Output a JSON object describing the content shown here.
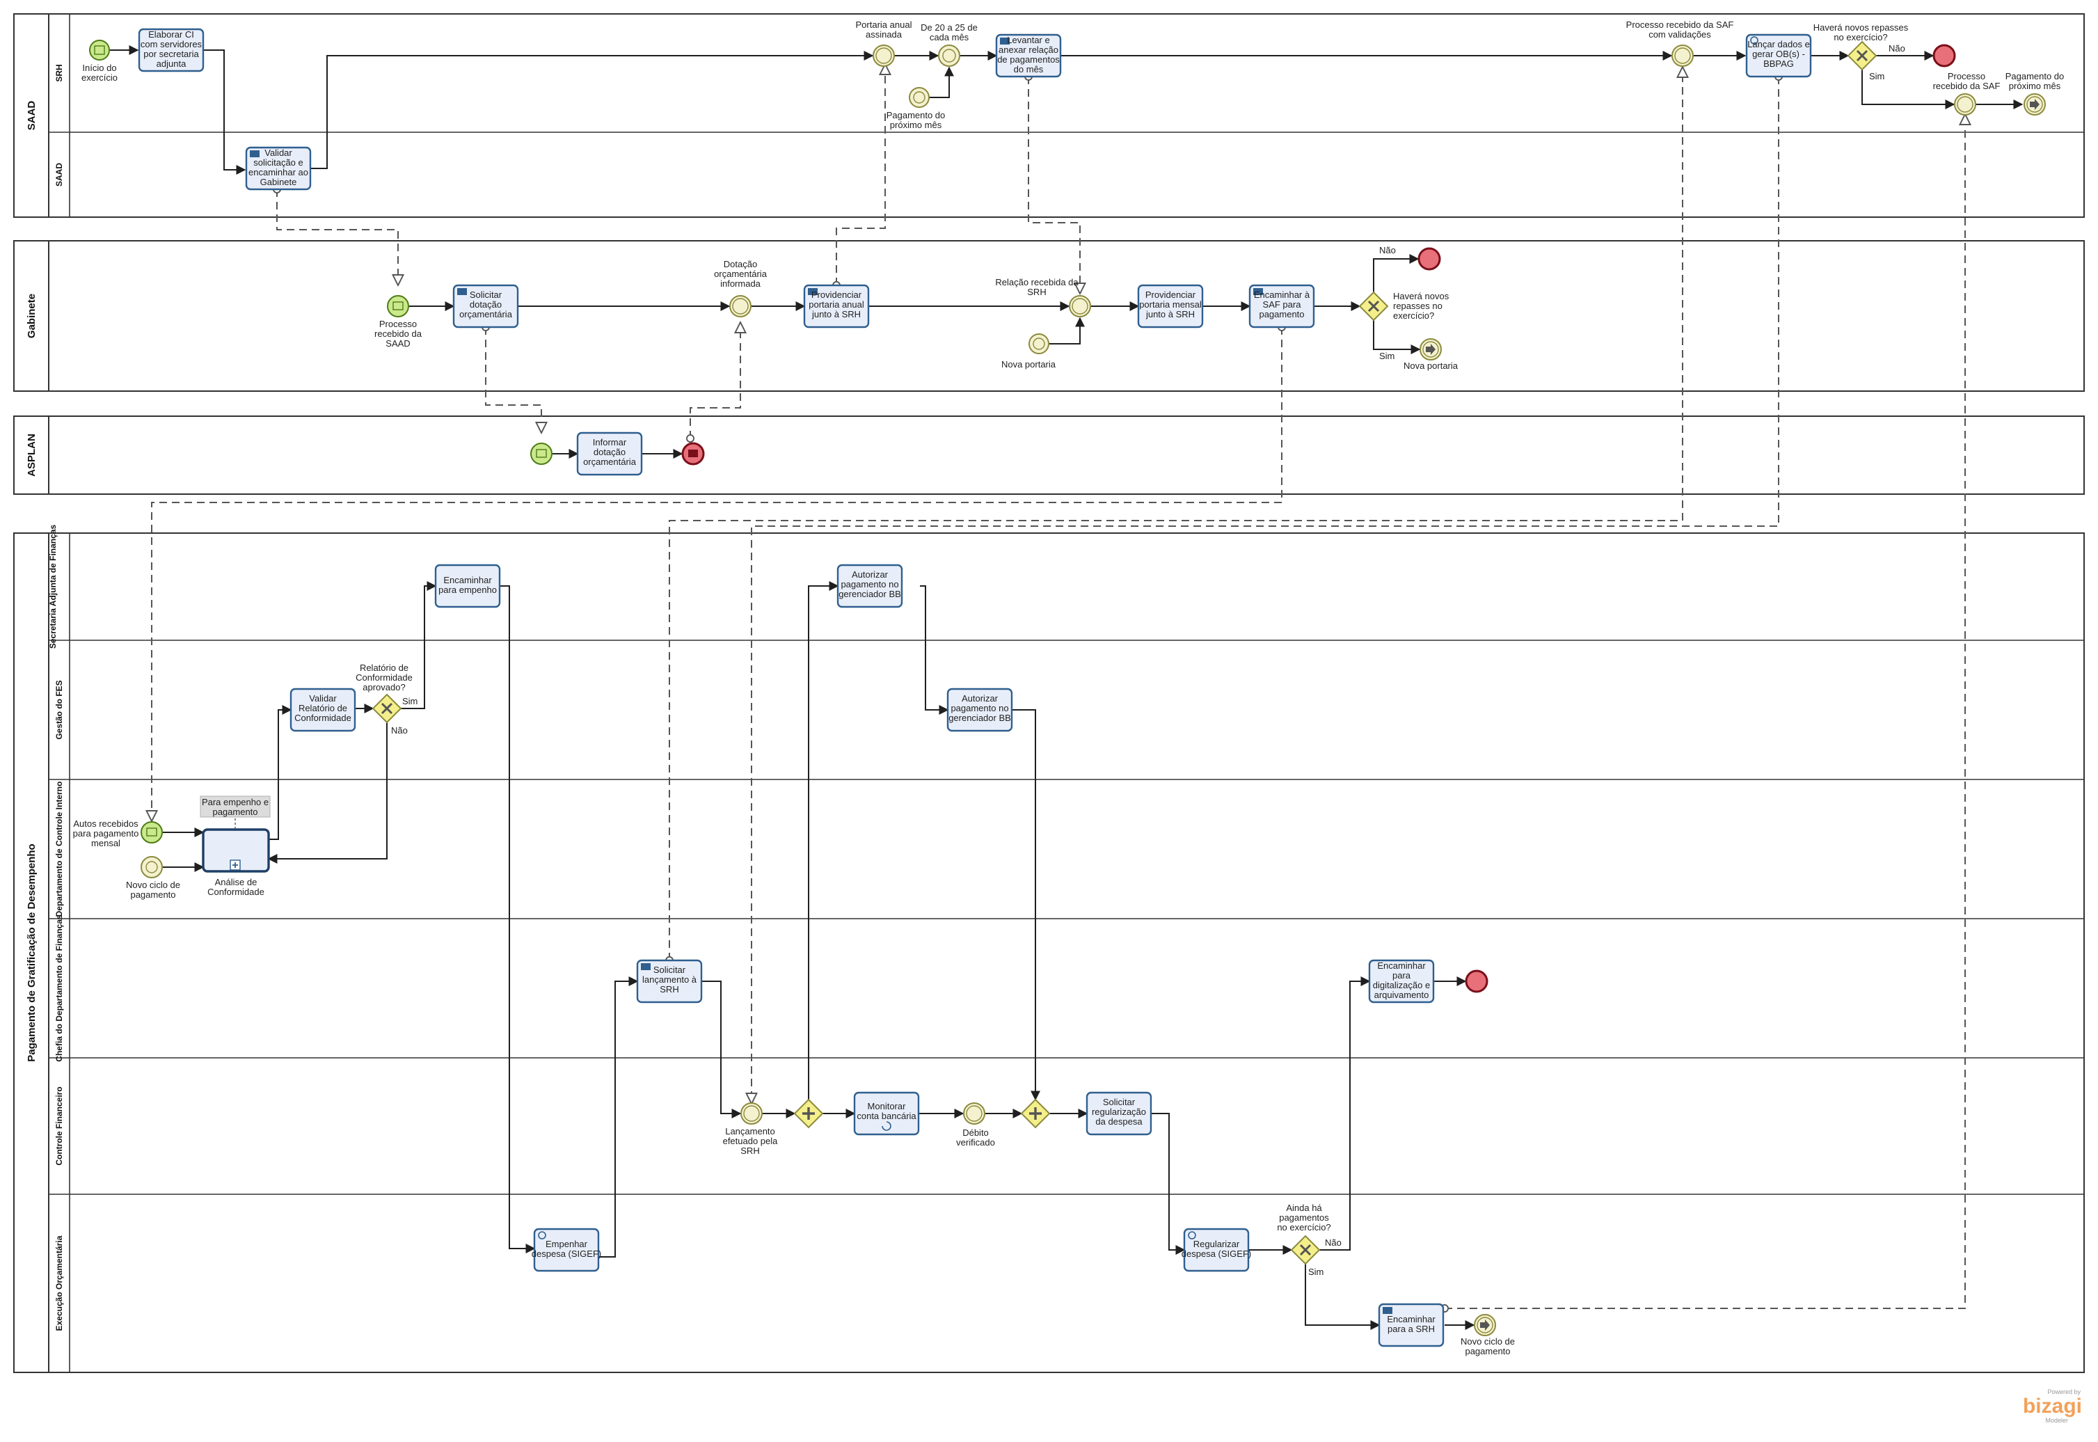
{
  "pools": {
    "saad": "SAAD",
    "gabinete": "Gabinete",
    "asplan": "ASPLAN",
    "pagamento": "Pagamento de Gratificação de Desempenho"
  },
  "lanes": {
    "srh": "SRH",
    "saad": "SAAD",
    "saf": "Secretaria Adjunta de Finanças",
    "gestao_fes": "Gestão do FES",
    "dci": "Departamento de Controle Interno",
    "chefia": "Chefia do Departamento de Finanças",
    "controle_fin": "Controle Financeiro",
    "execucao": "Execução Orçamentária"
  },
  "tasks": {
    "elaborar_ci": [
      "Elaborar CI",
      "com servidores",
      "por secretaria",
      "adjunta"
    ],
    "validar_solicitacao": [
      "Validar",
      "solicitação e",
      "encaminhar ao",
      "Gabinete"
    ],
    "levantar": [
      "Levantar e",
      "anexar relação",
      "de pagamentos",
      "do mês"
    ],
    "lancar_dados": [
      "Lançar dados e",
      "gerar OB(s) -",
      "BBPAG"
    ],
    "solicitar_dotacao": [
      "Solicitar",
      "dotação",
      "orçamentária"
    ],
    "providenciar_anual": [
      "Providenciar",
      "portaria anual",
      "junto à SRH"
    ],
    "providenciar_mensal": [
      "Providenciar",
      "portaria mensal",
      "junto à SRH"
    ],
    "encaminhar_saf": [
      "Encaminhar à",
      "SAF para",
      "pagamento"
    ],
    "informar_dotacao": [
      "Informar",
      "dotação",
      "orçamentária"
    ],
    "encaminhar_empenho": [
      "Encaminhar",
      "para empenho"
    ],
    "autorizar_bb_1": [
      "Autorizar",
      "pagamento no",
      "gerenciador BB"
    ],
    "validar_relatorio": [
      "Validar",
      "Relatório de",
      "Conformidade"
    ],
    "autorizar_bb_2": [
      "Autorizar",
      "pagamento no",
      "gerenciador BB"
    ],
    "analise": [
      "Análise de",
      "Conformidade"
    ],
    "solicitar_lancamento": [
      "Solicitar",
      "lançamento à",
      "SRH"
    ],
    "encaminhar_digitalizacao": [
      "Encaminhar",
      "para",
      "digitalização e",
      "arquivamento"
    ],
    "monitorar": [
      "Monitorar",
      "conta bancária"
    ],
    "solicitar_regularizacao": [
      "Solicitar",
      "regularização",
      "da despesa"
    ],
    "empenhar": [
      "Empenhar",
      "despesa (SIGEF)"
    ],
    "regularizar": [
      "Regularizar",
      "despesa (SIGEF)"
    ],
    "encaminhar_srh": [
      "Encaminhar",
      "para a SRH"
    ]
  },
  "annotations": {
    "para_empenho": [
      "Para empenho e",
      "pagamento"
    ]
  },
  "events": {
    "inicio": [
      "Início do",
      "exercício"
    ],
    "portaria_anual": [
      "Portaria anual",
      "assinada"
    ],
    "de_20_25": [
      "De 20 a 25 de",
      "cada mês"
    ],
    "pagamento_proximo_1": [
      "Pagamento do",
      "próximo mês"
    ],
    "processo_saf_validacoes": [
      "Processo recebido da SAF",
      "com validações"
    ],
    "havera_1": [
      "Haverá novos repasses",
      "no exercício?"
    ],
    "nao_1": "Não",
    "sim_1": "Sim",
    "processo_saf": [
      "Processo",
      "recebido da SAF"
    ],
    "pagamento_proximo_2": [
      "Pagamento do",
      "próximo mês"
    ],
    "processo_saad": [
      "Processo",
      "recebido da",
      "SAAD"
    ],
    "dotacao_informada": [
      "Dotação",
      "orçamentária",
      "informada"
    ],
    "relacao_srh": [
      "Relação recebida da",
      "SRH"
    ],
    "nova_portaria_1": "Nova portaria",
    "havera_2": [
      "Haverá novos",
      "repasses no",
      "exercício?"
    ],
    "nao_2": "Não",
    "sim_2": "Sim",
    "nova_portaria_2": "Nova portaria",
    "relatorio_aprovado": [
      "Relatório de",
      "Conformidade",
      "aprovado?"
    ],
    "sim_3": "Sim",
    "nao_3": "Não",
    "autos": [
      "Autos recebidos",
      "para pagamento",
      "mensal"
    ],
    "novo_ciclo_1": [
      "Novo ciclo de",
      "pagamento"
    ],
    "lancamento_efetuado": [
      "Lançamento",
      "efetuado pela",
      "SRH"
    ],
    "debito": [
      "Débito",
      "verificado"
    ],
    "ainda_ha": [
      "Ainda há",
      "pagamentos",
      "no exercício?"
    ],
    "nao_4": "Não",
    "sim_4": "Sim",
    "novo_ciclo_2": [
      "Novo ciclo de",
      "pagamento"
    ]
  },
  "logo": {
    "powered": "Powered by",
    "brand": "bizagi",
    "product": "Modeler"
  },
  "colors": {
    "start": "#cbe88d",
    "end": "#e8707a",
    "task": "#e8eef9",
    "gateway": "#f4ef8a"
  }
}
